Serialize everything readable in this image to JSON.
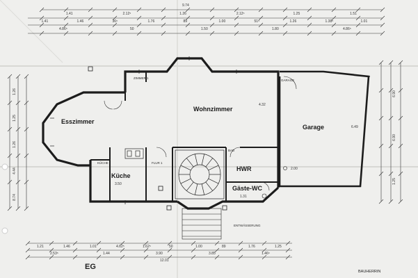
{
  "rooms": {
    "wohnzimmer": "Wohnzimmer",
    "esszimmer": "Esszimmer",
    "kueche": "Küche",
    "garage": "Garage",
    "hwr": "HWR",
    "gaeste_wc": "Gäste-WC"
  },
  "small_labels": {
    "zimmer": "ZIMMER 1",
    "kueche_tag": "KÜCHE",
    "flur": "FLUR 1",
    "bad": "BAD",
    "garage_tag": "GARAGE",
    "entwaesserung": "ENTWÄSSERUNG"
  },
  "top_dims": {
    "overall": "9.74",
    "row1": [
      "1.41",
      "2.12⁵",
      "1.26",
      "2.12⁵",
      "1.25",
      "1.51"
    ],
    "row2": [
      "1.41",
      "1.46",
      "36⁵",
      "1.76",
      "89",
      "1.00",
      "51⁵",
      "1.26",
      "1.38⁵",
      "1.01"
    ],
    "row3": [
      "4.86⁵",
      "50",
      "1.50",
      "1.80",
      "4.86⁵"
    ]
  },
  "bottom_dims": {
    "row1": [
      "1.21",
      "1.46",
      "1.01",
      "4.62⁵",
      "1.62⁵",
      "50",
      "1.00",
      "89",
      "1.76",
      "1.25"
    ],
    "row2": [
      "2.53⁵",
      "1.44",
      "3.90",
      "3.85",
      "1.46⁵"
    ],
    "overall": "12.01"
  },
  "interior_dims": {
    "kueche_w": "3.50",
    "wc_w": "1.31",
    "hwr_h": "2.00",
    "garage_h": "6.49",
    "wohn_h": "4.32"
  },
  "left_dims": [
    "1.26",
    "1.25",
    "1.26",
    "4.44",
    "8.74"
  ],
  "right_dims": [
    "6.90",
    "6.90",
    "1.25"
  ],
  "footer": {
    "eg": "EG",
    "bauherrin": "BAUHERRIN"
  }
}
